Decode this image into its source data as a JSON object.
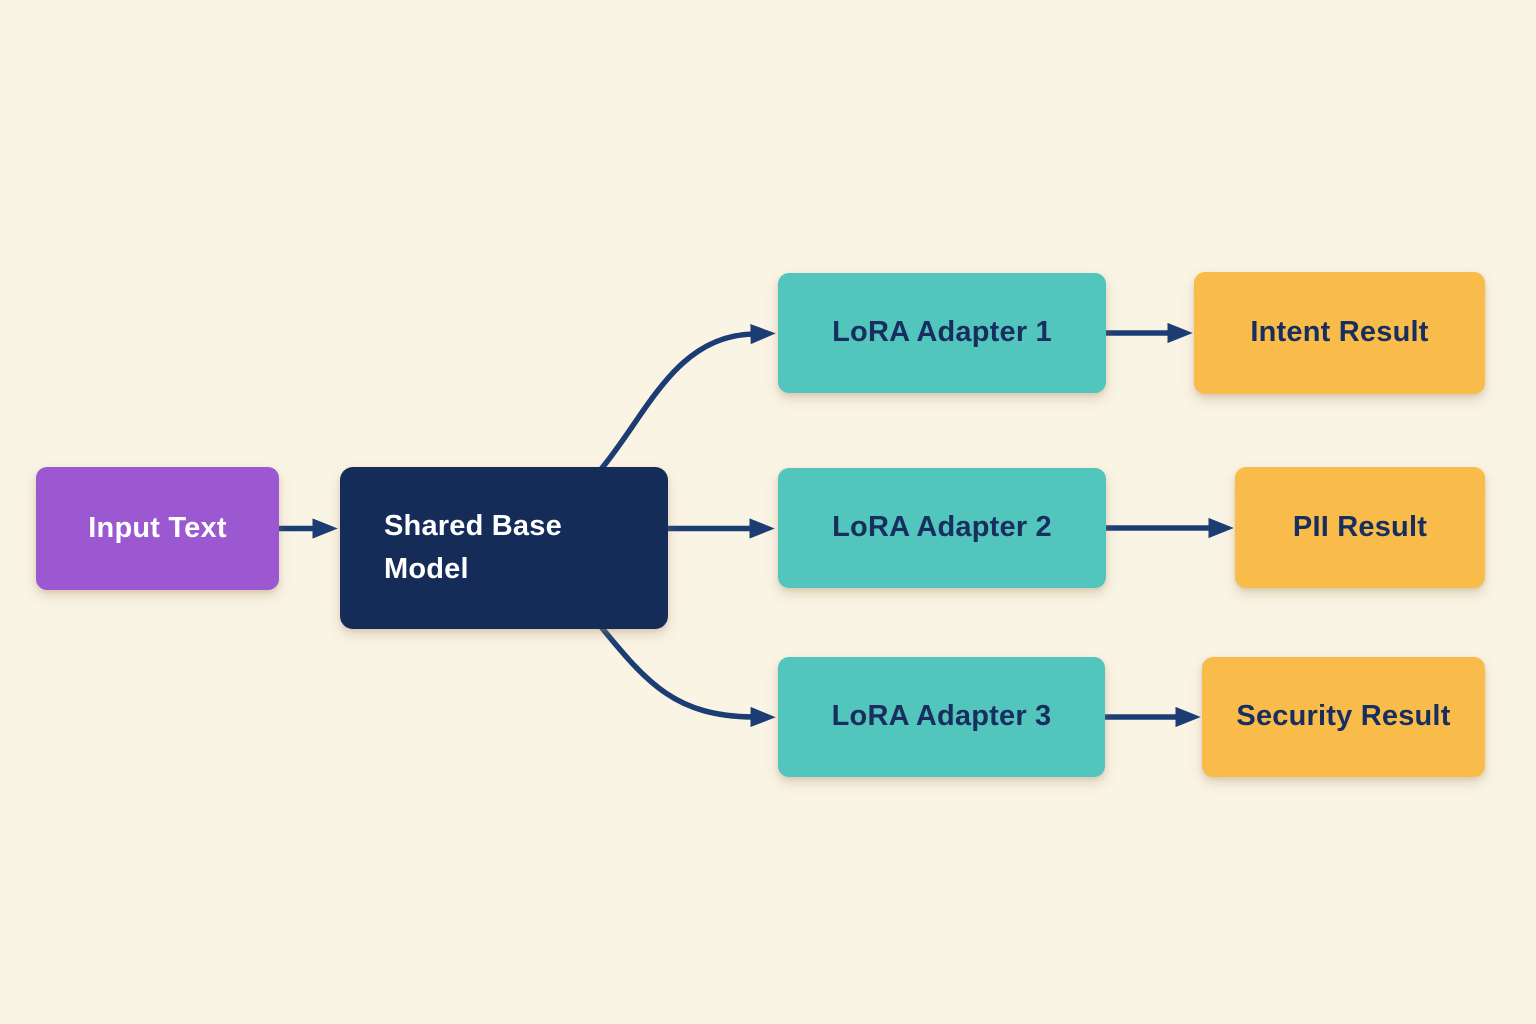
{
  "diagram": {
    "background_color": "#FAF4E5",
    "arrow_color": "#1C3C74",
    "nodes": {
      "input": {
        "label": "Input Text",
        "fill": "#9B58D0",
        "text_color": "#FFFFFF"
      },
      "base": {
        "label": "Shared Base Model",
        "fill": "#152C59",
        "text_color": "#FFFFFF"
      },
      "adapter1": {
        "label": "LoRA Adapter 1",
        "fill": "#52C5BC",
        "text_color": "#182E5E"
      },
      "adapter2": {
        "label": "LoRA Adapter 2",
        "fill": "#52C5BC",
        "text_color": "#182E5E"
      },
      "adapter3": {
        "label": "LoRA Adapter 3",
        "fill": "#52C5BC",
        "text_color": "#182E5E"
      },
      "intent": {
        "label": "Intent Result",
        "fill": "#F9BC4A",
        "text_color": "#182E5E"
      },
      "pii": {
        "label": "PII Result",
        "fill": "#F9BC4A",
        "text_color": "#182E5E"
      },
      "security": {
        "label": "Security Result",
        "fill": "#F9BC4A",
        "text_color": "#182E5E"
      }
    },
    "edges": [
      {
        "from": "input",
        "to": "base"
      },
      {
        "from": "base",
        "to": "adapter1"
      },
      {
        "from": "base",
        "to": "adapter2"
      },
      {
        "from": "base",
        "to": "adapter3"
      },
      {
        "from": "adapter1",
        "to": "intent"
      },
      {
        "from": "adapter2",
        "to": "pii"
      },
      {
        "from": "adapter3",
        "to": "security"
      }
    ]
  }
}
